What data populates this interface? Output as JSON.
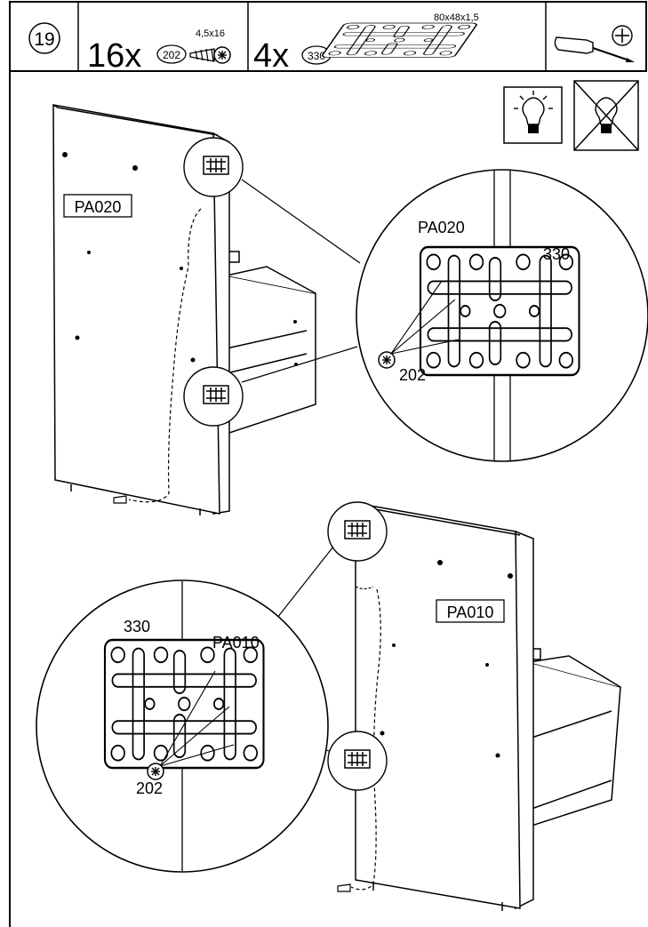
{
  "header": {
    "step_number": "19",
    "parts": [
      {
        "quantity": "16x",
        "part_id": "202",
        "spec": "4,5x16",
        "icon": "screw-icon"
      },
      {
        "quantity": "4x",
        "part_id": "330",
        "spec": "80x48x1,5",
        "icon": "connector-plate-icon"
      }
    ],
    "tool_icon": "phillips-screwdriver-icon"
  },
  "lighting_icons": [
    "light-on-icon",
    "light-off-crossed-icon"
  ],
  "panels": {
    "top_panel_label": "PA020",
    "bottom_panel_label": "PA010"
  },
  "detail_top": {
    "panel_label": "PA020",
    "plate_label": "330",
    "screw_label": "202"
  },
  "detail_bottom": {
    "panel_label": "PA010",
    "plate_label": "330",
    "screw_label": "202"
  }
}
